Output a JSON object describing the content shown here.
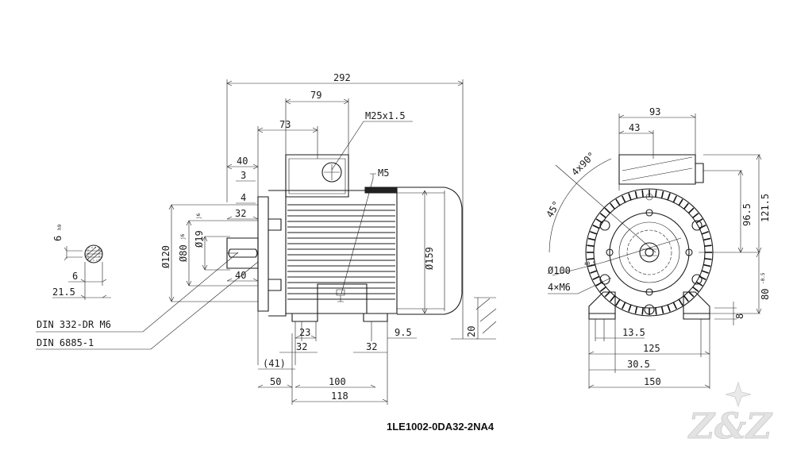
{
  "drawing": {
    "part_number": "1LE1002-0DA32-2NA4",
    "watermark": "Z&Z",
    "side_view": {
      "dims": {
        "overall_length": "292",
        "terminal_box_length": "79",
        "terminal_box_offset": "73",
        "gland_thread": "M25x1.5",
        "earth_thread": "M5",
        "shaft_shoulder": "40",
        "shoulder_step": "3",
        "shaft_step": "4",
        "shaft_length": "32",
        "shaft_diameter": "Ø19",
        "shaft_diameter_tol": "j6",
        "flange_spigot": "Ø80",
        "flange_spigot_tol": "j6",
        "flange_outer": "Ø120",
        "frame_diameter": "Ø159",
        "shaft_extension": "40",
        "foot_pad_width": "23",
        "foot_pad_span": "32",
        "foot_pad_span_right": "32",
        "foot_pad_margin": "9.5",
        "foot_distance": "(41)",
        "shaft_to_foot": "50",
        "foot_spacing": "100",
        "foot_overall": "118",
        "foot_height": "20"
      },
      "callouts": [
        "DIN 332-DR M6",
        "DIN 6885-1"
      ]
    },
    "key_section": {
      "key_height": "6",
      "key_height_tol": "h9",
      "key_width": "6",
      "key_depth": "21.5"
    },
    "end_view": {
      "dims": {
        "box_width": "93",
        "box_offset": "43",
        "box_rotation": "4x90°",
        "angle": "45°",
        "height_total": "121.5",
        "height_axis": "96.5",
        "shaft_height": "80",
        "shaft_height_tol": "-0.5",
        "pitch_circle": "Ø100",
        "pitch_circle_tol": "±0.5",
        "flange_holes": "4×M6",
        "foot_thickness": "8",
        "foot_hole": "13.5",
        "foot_span": "125",
        "foot_edge": "30.5",
        "foot_width": "150"
      }
    }
  }
}
